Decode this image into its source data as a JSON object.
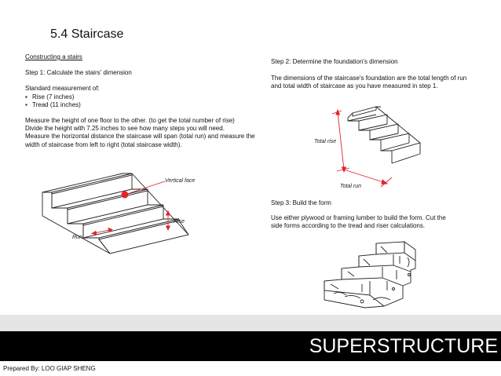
{
  "section_title": "5.4 Staircase",
  "left": {
    "heading": "Constructing a stairs",
    "step1": "Step 1: Calculate the stairs' dimension",
    "standard": "Standard measurement of:",
    "bullets": [
      "Rise (7 inches)",
      "Tread (11 inches)"
    ],
    "paragraph": [
      "Measure the height of one floor to the other. (to get the total number of rise)",
      "Divide the height with 7.25 inches to see how many steps you will need.",
      "Measure the horizontal distance the staircase will span (total run) and measure the",
      "width of staircase from left to right (total staircase width)."
    ]
  },
  "figure1": {
    "vertical_face": "Vertical face",
    "rise": "Rise",
    "run": "Run"
  },
  "right": {
    "step2_title": "Step 2: Determine the foundation's dimension",
    "step2_body": [
      "The dimensions of the staircase's foundation are the total length of run",
      "and total width of staircase as you have measured in step 1."
    ]
  },
  "figure2": {
    "total_rise": "Total rise",
    "total_run": "Total run"
  },
  "step3": {
    "title": "Step 3: Build the form",
    "body": [
      "Use either plywood or framing lumber to build the form. Cut the",
      "side forms according to the tread and riser calculations."
    ]
  },
  "banner": "SUPERSTRUCTURE",
  "footer": "Prepared By: LOO GIAP SHENG",
  "colors": {
    "annotation_red": "#e0242b",
    "band_gray": "#e5e5e5",
    "band_black": "#000000"
  }
}
